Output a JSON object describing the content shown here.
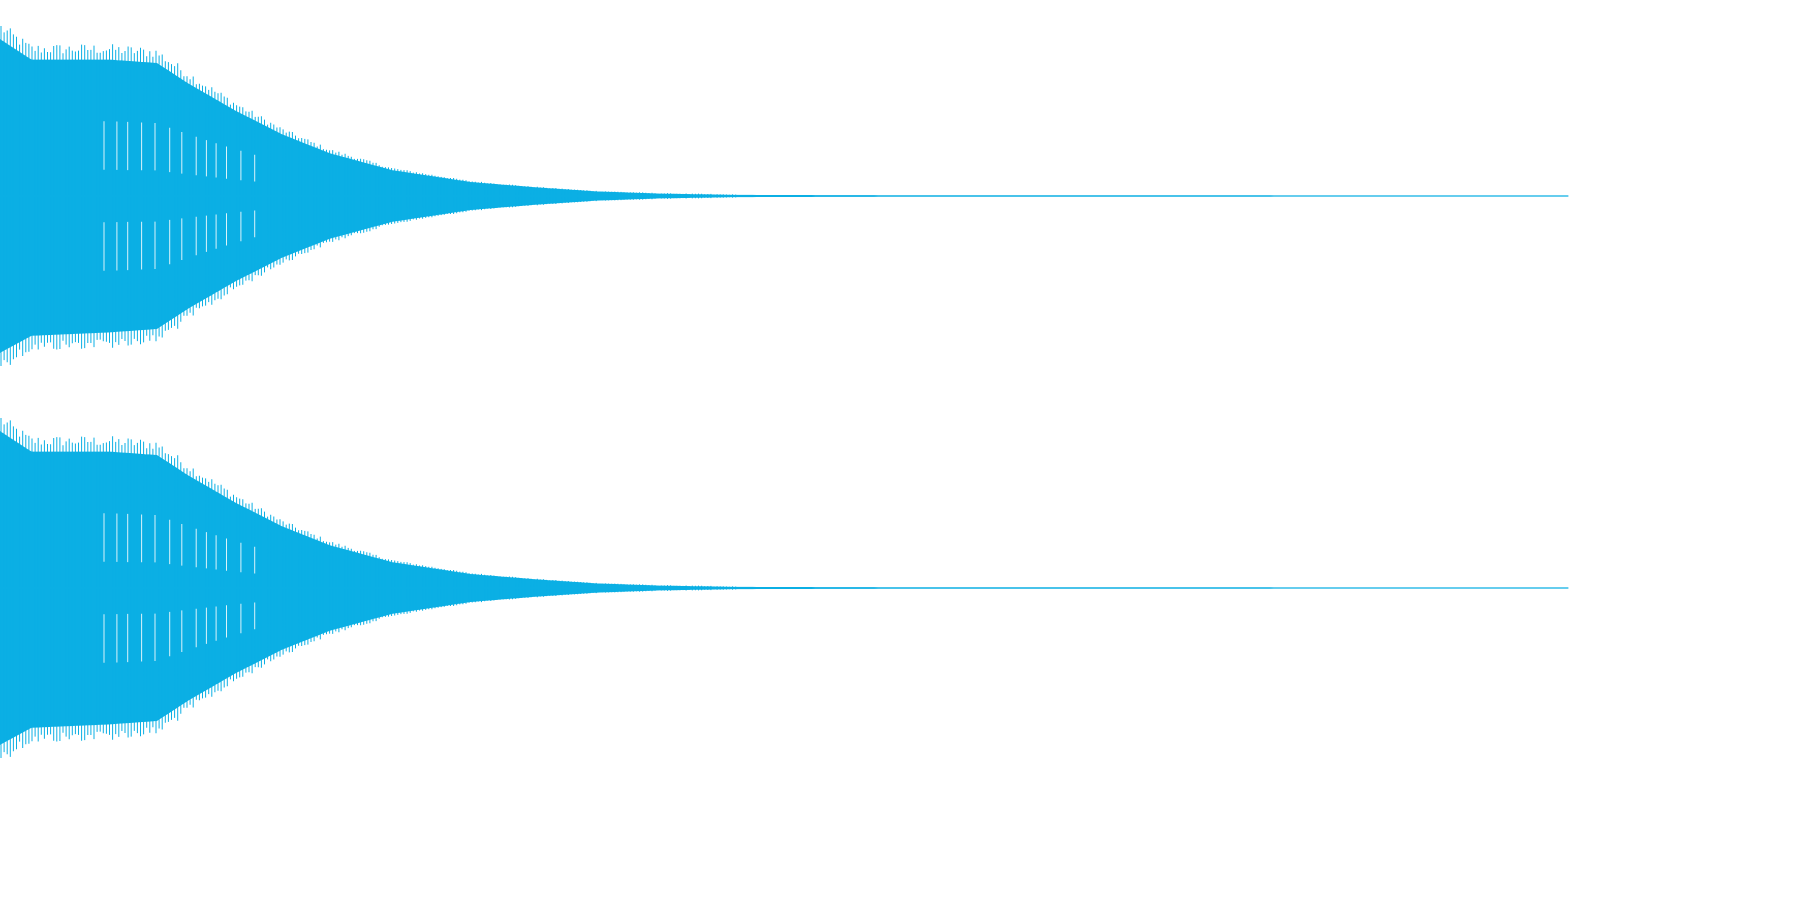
{
  "chart_data": {
    "type": "area",
    "description_kind": "audio-waveform",
    "channels": 2,
    "color": "#0bafe4",
    "background": "#ffffff",
    "grid": false,
    "legend": false,
    "ylim": [
      -1,
      1
    ],
    "xlim": [
      0,
      1
    ],
    "series": [
      {
        "envelope": {
          "x": [
            0.0,
            0.02,
            0.07,
            0.1,
            0.12,
            0.15,
            0.18,
            0.21,
            0.25,
            0.3,
            0.34,
            0.38,
            0.42,
            0.47,
            0.6,
            1.0
          ],
          "upper": [
            0.92,
            0.8,
            0.8,
            0.78,
            0.66,
            0.5,
            0.36,
            0.25,
            0.15,
            0.08,
            0.05,
            0.025,
            0.012,
            0.004,
            0.002,
            0.001
          ],
          "lower": [
            -0.92,
            -0.82,
            -0.8,
            -0.78,
            -0.66,
            -0.5,
            -0.36,
            -0.25,
            -0.15,
            -0.08,
            -0.05,
            -0.025,
            -0.012,
            -0.004,
            -0.002,
            -0.001
          ]
        }
      },
      {
        "envelope": {
          "x": [
            0.0,
            0.02,
            0.07,
            0.1,
            0.12,
            0.15,
            0.18,
            0.21,
            0.25,
            0.3,
            0.34,
            0.38,
            0.42,
            0.47,
            0.6,
            1.0
          ],
          "upper": [
            0.92,
            0.8,
            0.8,
            0.78,
            0.66,
            0.5,
            0.36,
            0.25,
            0.15,
            0.08,
            0.05,
            0.025,
            0.012,
            0.004,
            0.002,
            0.001
          ],
          "lower": [
            -0.92,
            -0.82,
            -0.8,
            -0.78,
            -0.66,
            -0.5,
            -0.36,
            -0.25,
            -0.15,
            -0.08,
            -0.05,
            -0.025,
            -0.012,
            -0.004,
            -0.002,
            -0.001
          ]
        }
      }
    ]
  }
}
